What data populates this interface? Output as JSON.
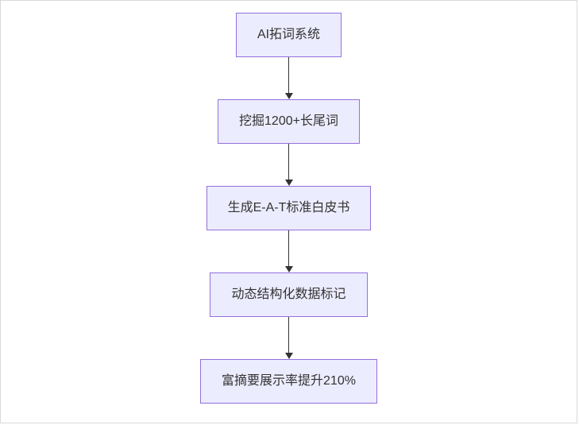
{
  "diagram": {
    "type": "flowchart",
    "direction": "top-down",
    "nodes": [
      {
        "id": "n1",
        "label": "AI拓词系统"
      },
      {
        "id": "n2",
        "label": "挖掘1200+长尾词"
      },
      {
        "id": "n3",
        "label": "生成E-A-T标准白皮书"
      },
      {
        "id": "n4",
        "label": "动态结构化数据标记"
      },
      {
        "id": "n5",
        "label": "富摘要展示率提升210%"
      }
    ],
    "edges": [
      {
        "from": "n1",
        "to": "n2"
      },
      {
        "from": "n2",
        "to": "n3"
      },
      {
        "from": "n3",
        "to": "n4"
      },
      {
        "from": "n4",
        "to": "n5"
      }
    ],
    "colors": {
      "node_fill": "#ececff",
      "node_border": "#9370db",
      "arrow": "#333333",
      "text": "#333333",
      "background": "#ffffff"
    }
  }
}
